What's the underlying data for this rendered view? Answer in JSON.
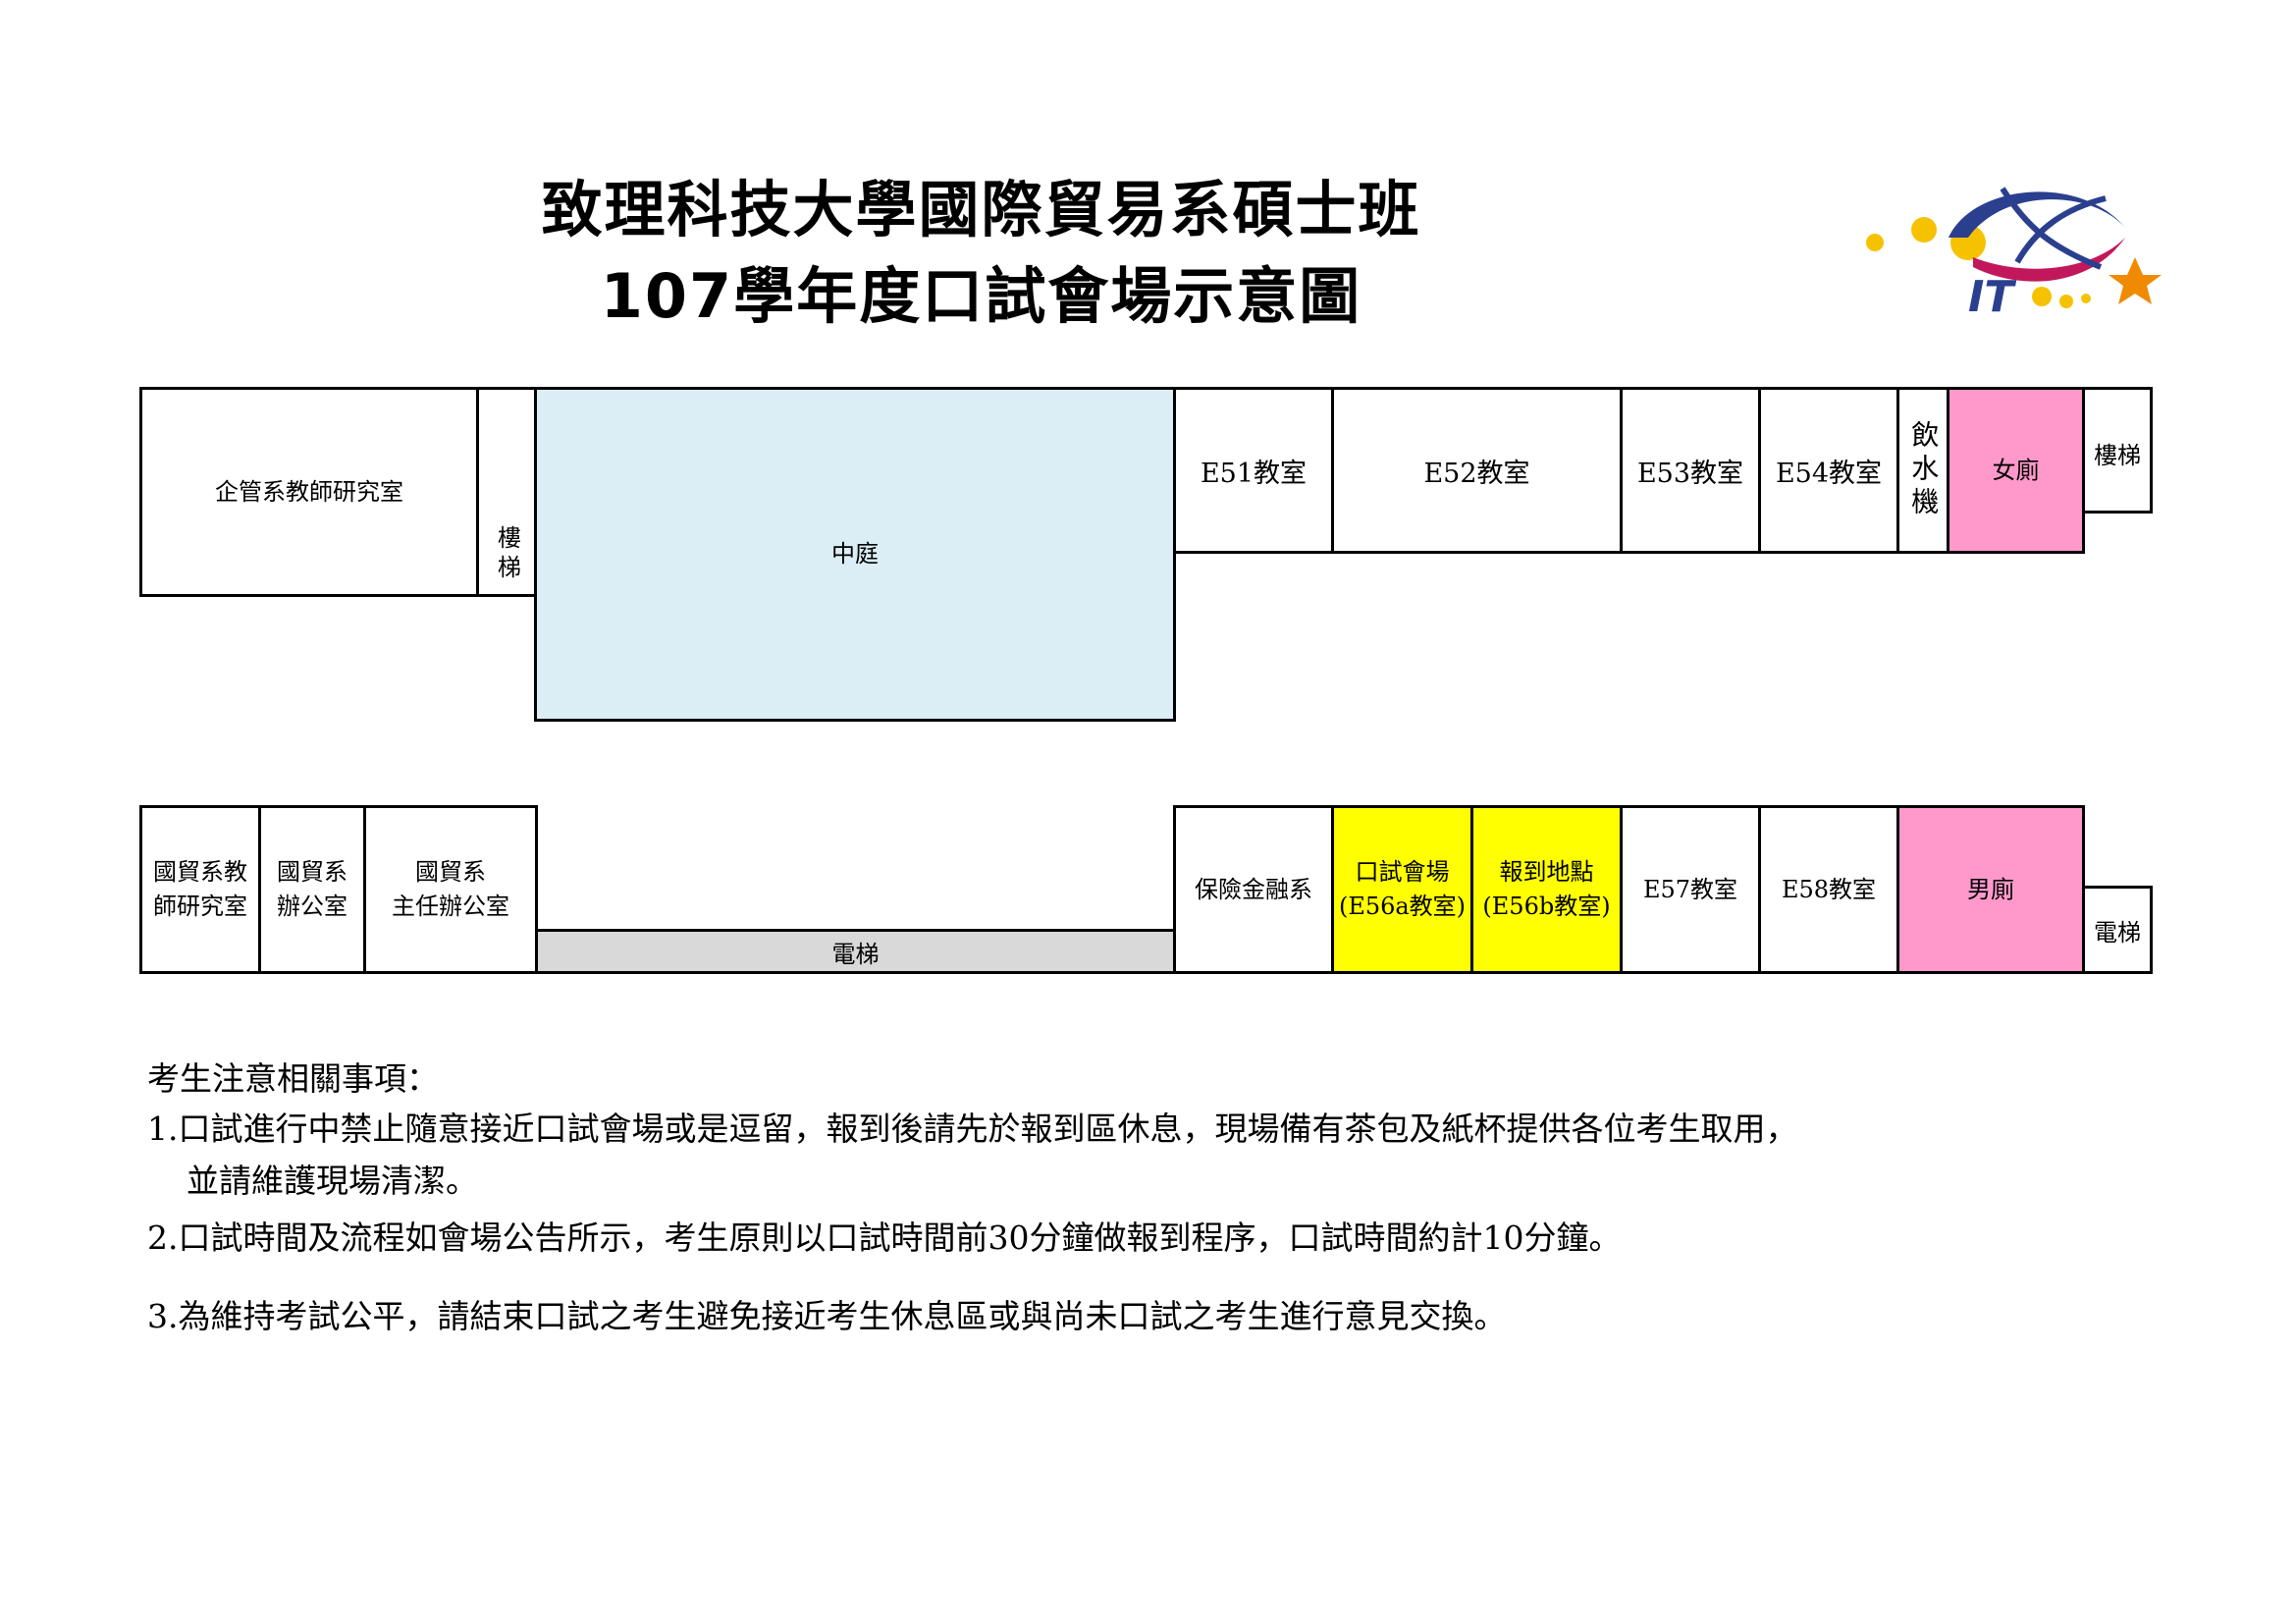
{
  "title": {
    "line1": "致理科技大學國際貿易系碩士班",
    "line2": "107學年度口試會場示意圖"
  },
  "logo": {
    "text": "IT"
  },
  "colors": {
    "courtyard": "#dbeef6",
    "restroom": "#ff99cc",
    "highlight": "#ffff00",
    "elevator": "#d9d9d9"
  },
  "rooms": {
    "mgmt_office": "企管系教師研究室",
    "stair_top_left": "樓梯",
    "courtyard": "中庭",
    "e51": "E51教室",
    "e52": "E52教室",
    "e53": "E53教室",
    "e54": "E54教室",
    "water": "飲水機",
    "women_wc": "女廁",
    "stair_top_right": "樓梯",
    "trade_teacher_1": "國貿系教",
    "trade_teacher_2": "師研究室",
    "trade_office_1": "國貿系",
    "trade_office_2": "辦公室",
    "trade_director_1": "國貿系",
    "trade_director_2": "主任辦公室",
    "elevator_left": "電梯",
    "insurance": "保險金融系",
    "exam_1": "口試會場",
    "exam_2": "(E56a教室)",
    "report_1": "報到地點",
    "report_2": "(E56b教室)",
    "e57": "E57教室",
    "e58": "E58教室",
    "men_wc": "男廁",
    "elevator_right": "電梯"
  },
  "notes": {
    "heading": "考生注意相關事項：",
    "item1_line1": "1.口試進行中禁止隨意接近口試會場或是逗留，報到後請先於報到區休息，現場備有茶包及紙杯提供各位考生取用，",
    "item1_line2": "並請維護現場清潔。",
    "item2": "2.口試時間及流程如會場公告所示，考生原則以口試時間前30分鐘做報到程序，口試時間約計10分鐘。",
    "item3": "3.為維持考試公平，請結束口試之考生避免接近考生休息區或與尚未口試之考生進行意見交換。"
  }
}
